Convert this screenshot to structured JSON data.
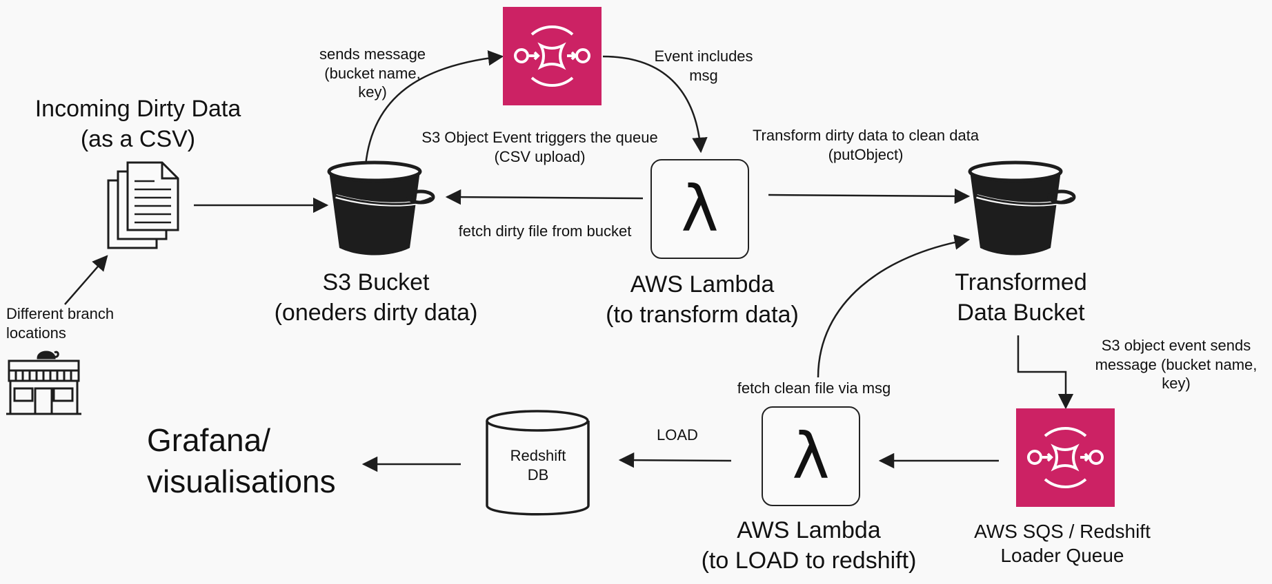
{
  "nodes": {
    "incoming": "Incoming Dirty Data\n(as a CSV)",
    "branches": "Different branch\nlocations",
    "s3_bucket": "S3 Bucket\n(oneders dirty data)",
    "lambda_transform": "AWS Lambda\n(to transform data)",
    "transformed_bucket": "Transformed\nData Bucket",
    "sqs_loader": "AWS SQS / Redshift\nLoader Queue",
    "lambda_load": "AWS Lambda\n(to LOAD to redshift)",
    "redshift": "Redshift\nDB",
    "grafana": "Grafana/\nvisualisations",
    "lambda_symbol": "λ"
  },
  "edges": {
    "sends_message": "sends message\n(bucket name,\nkey)",
    "event_includes": "Event includes\nmsg",
    "object_event": "S3 Object Event triggers the queue\n(CSV upload)",
    "fetch_dirty": "fetch dirty file from bucket",
    "transform": "Transform dirty data to clean data\n(putObject)",
    "s3_event_sends": "S3 object event sends\nmessage (bucket name,\nkey)",
    "fetch_clean": "fetch clean file via msg",
    "load": "LOAD"
  },
  "colors": {
    "sqs": "#cc2264",
    "stroke": "#1d1d1d",
    "background": "#f9f9f9"
  },
  "icons": [
    "documents-icon",
    "store-icon",
    "s3-bucket-icon",
    "sqs-queue-icon",
    "lambda-icon",
    "database-icon"
  ]
}
